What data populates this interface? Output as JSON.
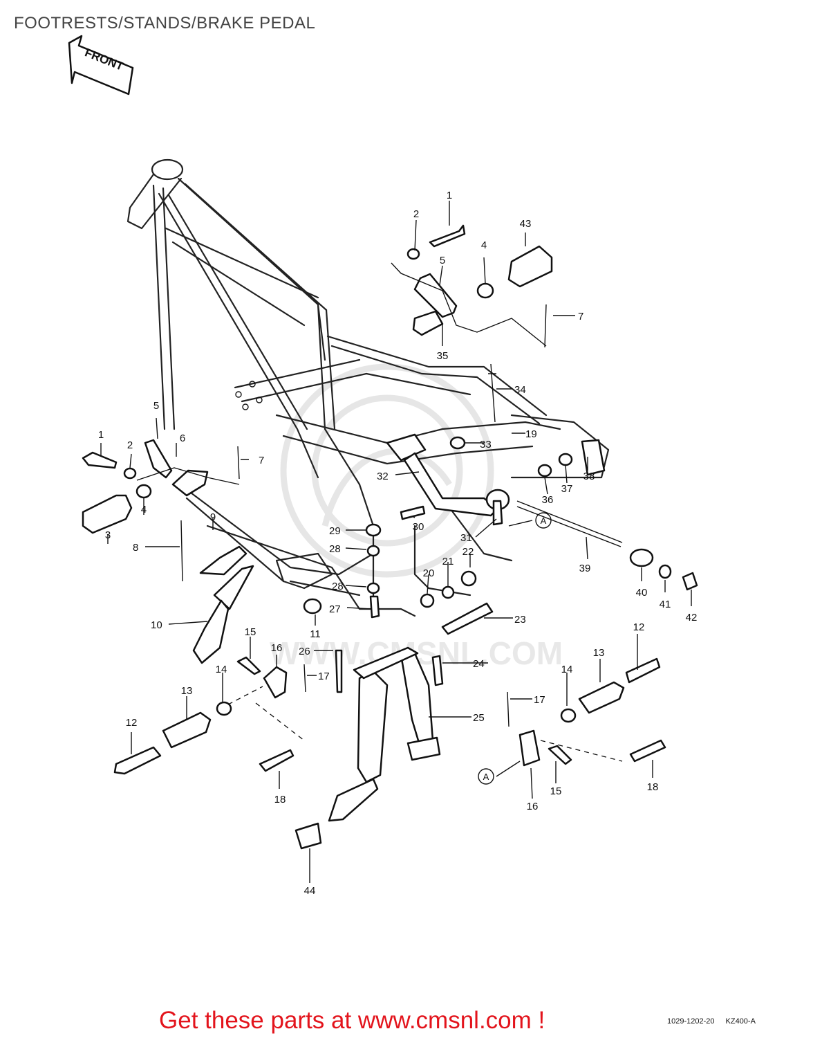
{
  "title": "FOOTRESTS/STANDS/BRAKE PEDAL",
  "front_arrow_label": "FRONT",
  "watermark_text": "WWW.CMSNL.COM",
  "callouts": [
    {
      "id": "c1a",
      "text": "1"
    },
    {
      "id": "c2a",
      "text": "2"
    },
    {
      "id": "c43",
      "text": "43"
    },
    {
      "id": "c4a",
      "text": "4"
    },
    {
      "id": "c5a",
      "text": "5"
    },
    {
      "id": "c7a",
      "text": "7"
    },
    {
      "id": "c35",
      "text": "35"
    },
    {
      "id": "c34",
      "text": "34"
    },
    {
      "id": "c19",
      "text": "19"
    },
    {
      "id": "c33",
      "text": "33"
    },
    {
      "id": "c32",
      "text": "32"
    },
    {
      "id": "c38",
      "text": "38"
    },
    {
      "id": "c37",
      "text": "37"
    },
    {
      "id": "c36",
      "text": "36"
    },
    {
      "id": "c31",
      "text": "31"
    },
    {
      "id": "c30",
      "text": "30"
    },
    {
      "id": "c29",
      "text": "29"
    },
    {
      "id": "c28a",
      "text": "28"
    },
    {
      "id": "c28b",
      "text": "28"
    },
    {
      "id": "c27",
      "text": "27"
    },
    {
      "id": "c22",
      "text": "22"
    },
    {
      "id": "c21",
      "text": "21"
    },
    {
      "id": "c20",
      "text": "20"
    },
    {
      "id": "cAa",
      "text": "A"
    },
    {
      "id": "c39",
      "text": "39"
    },
    {
      "id": "c40",
      "text": "40"
    },
    {
      "id": "c41",
      "text": "41"
    },
    {
      "id": "c42",
      "text": "42"
    },
    {
      "id": "c5b",
      "text": "5"
    },
    {
      "id": "c6",
      "text": "6"
    },
    {
      "id": "c1b",
      "text": "1"
    },
    {
      "id": "c2b",
      "text": "2"
    },
    {
      "id": "c7b",
      "text": "7"
    },
    {
      "id": "c4b",
      "text": "4"
    },
    {
      "id": "c3",
      "text": "3"
    },
    {
      "id": "c9",
      "text": "9"
    },
    {
      "id": "c8",
      "text": "8"
    },
    {
      "id": "c10",
      "text": "10"
    },
    {
      "id": "c11",
      "text": "11"
    },
    {
      "id": "c23",
      "text": "23"
    },
    {
      "id": "c26",
      "text": "26"
    },
    {
      "id": "c24",
      "text": "24"
    },
    {
      "id": "c25",
      "text": "25"
    },
    {
      "id": "c15a",
      "text": "15"
    },
    {
      "id": "c16a",
      "text": "16"
    },
    {
      "id": "c17a",
      "text": "17"
    },
    {
      "id": "c14a",
      "text": "14"
    },
    {
      "id": "c13a",
      "text": "13"
    },
    {
      "id": "c12a",
      "text": "12"
    },
    {
      "id": "c18a",
      "text": "18"
    },
    {
      "id": "c44",
      "text": "44"
    },
    {
      "id": "c12b",
      "text": "12"
    },
    {
      "id": "c13b",
      "text": "13"
    },
    {
      "id": "c14b",
      "text": "14"
    },
    {
      "id": "c17b",
      "text": "17"
    },
    {
      "id": "cAb",
      "text": "A"
    },
    {
      "id": "c15b",
      "text": "15"
    },
    {
      "id": "c16b",
      "text": "16"
    },
    {
      "id": "c18b",
      "text": "18"
    }
  ],
  "footer": {
    "cta": "Get these parts at www.cmsnl.com !",
    "drawing_number": "1029-1202-20",
    "model_code": "KZ400-A"
  }
}
